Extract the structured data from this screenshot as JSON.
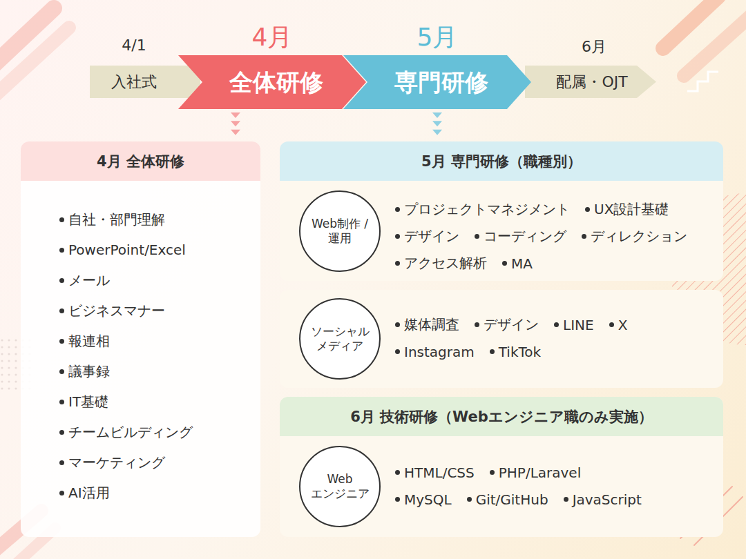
{
  "diagram": {
    "nodes": [
      {
        "text": [
          "4/1",
          "入社式"
        ]
      },
      {
        "text": [
          "4月",
          "全体研修"
        ]
      },
      {
        "text": [
          "5月",
          "専門研修"
        ]
      },
      {
        "text": [
          "6月",
          "配属・OJT"
        ]
      },
      {
        "text": [
          "4月 全体研修",
          "自社・部門理解",
          "PowerPoint/Excel",
          "メール",
          "ビジネスマナー",
          "報連相",
          "議事録",
          "IT基礎",
          "チームビルディング",
          "マーケティング",
          "AI活用"
        ]
      },
      {
        "text": [
          "5月 専門研修（職種別）"
        ]
      },
      {
        "text": [
          "プロジェクトマネジメント",
          "UX設計基礎",
          "デザイン",
          "コーディング",
          "ディレクション",
          "アクセス解析",
          "MA"
        ],
        "in": 5
      },
      {
        "text": [
          "Web制作 /運用"
        ],
        "in": 6
      },
      {
        "text": [
          "媒体調査",
          "デザイン",
          "LINE",
          "X",
          "Instagram",
          "TikTok"
        ],
        "in": 5
      },
      {
        "text": [
          "ソーシャル メディア"
        ],
        "in": 8
      },
      {
        "text": [
          "6月 技術研修（Webエンジニア職のみ実施）",
          "HTML/CSS",
          "PHP/Laravel",
          "MySQL",
          "Git/GitHub",
          "JavaScript"
        ]
      },
      {
        "text": [
          "Web エンジニア"
        ],
        "in": 10
      }
    ],
    "edges": [
      {
        "from": 1,
        "to": 4,
        "arrow": "to"
      },
      {
        "from": 2,
        "to": 5,
        "arrow": "to"
      }
    ]
  }
}
